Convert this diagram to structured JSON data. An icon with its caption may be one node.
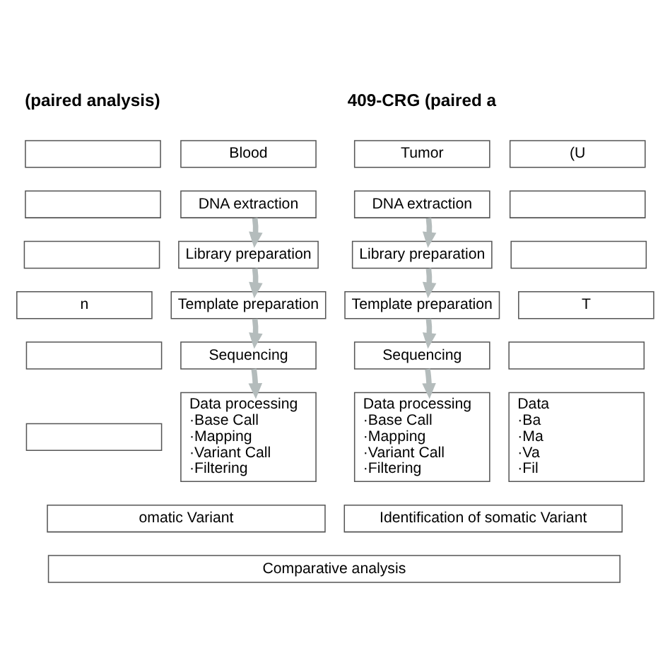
{
  "diagram": {
    "nodes": [
      {
        "text": [],
        "shape": "box"
      },
      {
        "text": [
          "Blood"
        ]
      },
      {
        "text": [
          "Tumor"
        ]
      },
      {
        "text": [
          "(U"
        ]
      },
      {
        "text": [],
        "shape": "box"
      },
      {
        "text": [
          "DNA extraction"
        ]
      },
      {
        "text": [
          "DNA extraction"
        ]
      },
      {
        "text": [],
        "shape": "box"
      },
      {
        "text": [],
        "shape": "box"
      },
      {
        "text": [
          "Library preparation"
        ]
      },
      {
        "text": [
          "Library preparation"
        ]
      },
      {
        "text": [],
        "shape": "box"
      },
      {
        "text": [
          "n"
        ]
      },
      {
        "text": [
          "Template preparation"
        ]
      },
      {
        "text": [
          "Template preparation"
        ]
      },
      {
        "text": [
          "T"
        ]
      },
      {
        "text": [],
        "shape": "box"
      },
      {
        "text": [
          "Sequencing"
        ]
      },
      {
        "text": [
          "Sequencing"
        ]
      },
      {
        "text": [],
        "shape": "box"
      },
      {
        "text": [],
        "shape": "box"
      },
      {
        "text": [
          "Data processing",
          "·Base Call",
          "·Mapping",
          "·Variant Call",
          "·Filtering"
        ]
      },
      {
        "text": [
          "Data processing",
          "·Base Call",
          "·Mapping",
          "·Variant Call",
          "·Filtering"
        ]
      },
      {
        "text": [
          "Data",
          "·Ba",
          "·Ma",
          "·Va",
          "·Fil"
        ]
      },
      {
        "text": [
          "omatic Variant"
        ]
      },
      {
        "text": [
          "Identification of somatic Variant"
        ]
      },
      {
        "text": [
          "Comparative analysis"
        ]
      }
    ],
    "edges": [
      {
        "from": 5,
        "to": 9,
        "arrow": "to"
      },
      {
        "from": 6,
        "to": 10,
        "arrow": "to"
      },
      {
        "from": 9,
        "to": 13,
        "arrow": "to"
      },
      {
        "from": 10,
        "to": 14,
        "arrow": "to"
      },
      {
        "from": 13,
        "to": 17,
        "arrow": "to"
      },
      {
        "from": 14,
        "to": 18,
        "arrow": "to"
      },
      {
        "from": 17,
        "to": 21,
        "arrow": "to"
      },
      {
        "from": 18,
        "to": 22,
        "arrow": "to"
      }
    ],
    "labels": [
      "(paired analysis)",
      "409-CRG (paired a"
    ]
  }
}
